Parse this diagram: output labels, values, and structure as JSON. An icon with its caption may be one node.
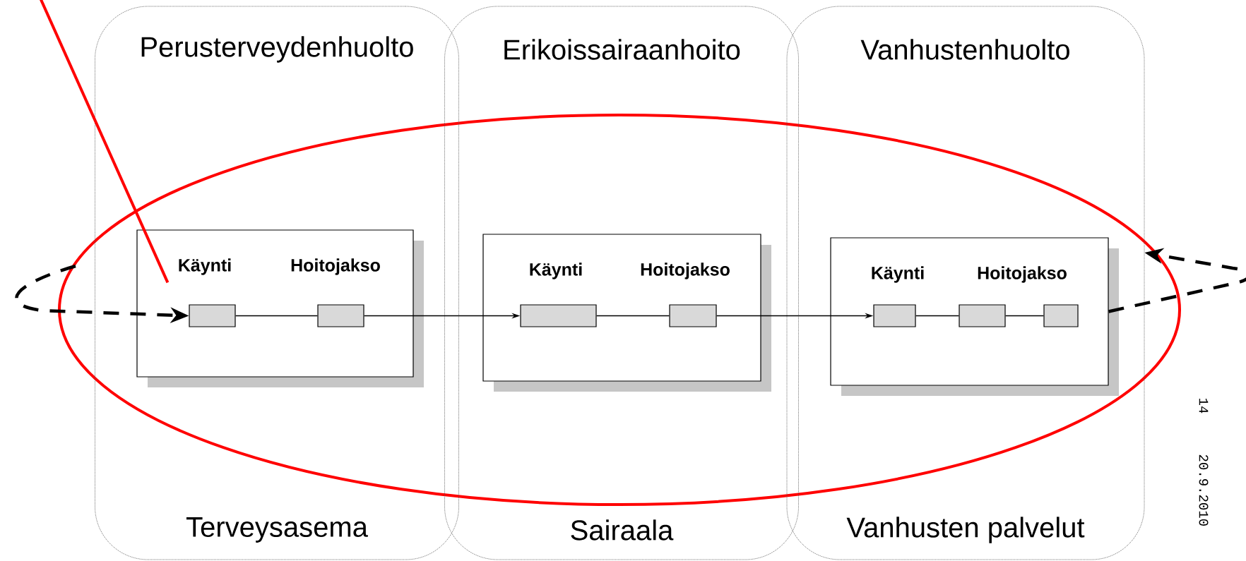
{
  "diagram": {
    "nodes": [
      {
        "text": [
          "Perusterveydenhuolto",
          "Terveysasema"
        ]
      },
      {
        "text": [
          "Käynti",
          "Hoitojakso"
        ],
        "in": 0
      },
      {
        "text": [],
        "shape": "box",
        "in": 1
      },
      {
        "text": [],
        "shape": "box",
        "in": 1
      },
      {
        "text": [
          "Erikoissairaanhoito",
          "Sairaala"
        ]
      },
      {
        "text": [
          "Käynti",
          "Hoitojakso"
        ],
        "in": 4
      },
      {
        "text": [],
        "shape": "box",
        "in": 5
      },
      {
        "text": [],
        "shape": "box",
        "in": 5
      },
      {
        "text": [
          "Vanhustenhuolto",
          "Vanhusten palvelut"
        ]
      },
      {
        "text": [
          "Käynti",
          "Hoitojakso"
        ],
        "in": 8
      },
      {
        "text": [],
        "shape": "box",
        "in": 9
      },
      {
        "text": [],
        "shape": "box",
        "in": 9
      },
      {
        "text": [],
        "shape": "box",
        "in": 9
      }
    ],
    "edges": [
      {
        "from": 2,
        "to": 3,
        "arrow": "none"
      },
      {
        "from": 3,
        "to": 6,
        "arrow": "to"
      },
      {
        "from": 6,
        "to": 7,
        "arrow": "none"
      },
      {
        "from": 7,
        "to": 10,
        "arrow": "to"
      },
      {
        "from": 10,
        "to": 11,
        "arrow": "none"
      },
      {
        "from": 11,
        "to": 12,
        "arrow": "none"
      },
      {
        "from": null,
        "to": 2,
        "arrow": "to",
        "style": "dashed"
      },
      {
        "from": 9,
        "to": 8,
        "arrow": "to",
        "style": "dashed"
      },
      {
        "from": null,
        "to": 1,
        "arrow": "none",
        "style": "thick",
        "color": "#ff0000"
      }
    ],
    "labels": [
      "14",
      "20.9.2010"
    ]
  }
}
